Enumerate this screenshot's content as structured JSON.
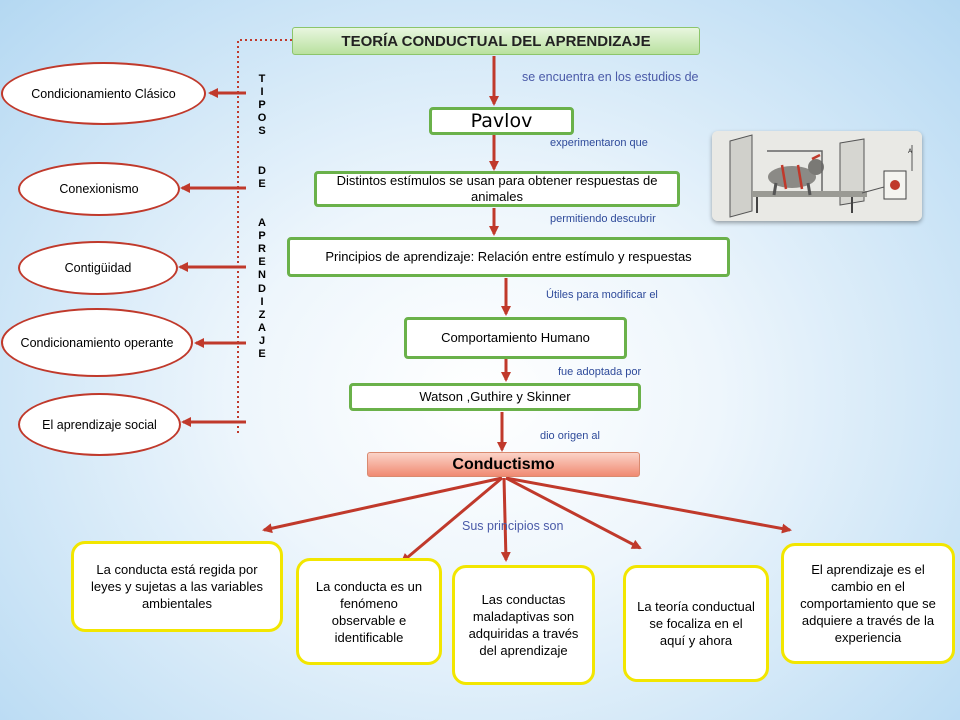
{
  "title": "TEORÍA CONDUCTUAL DEL APRENDIZAJE",
  "vertical_label": "TIPOS  DE  APRENDIZAJE",
  "tipos": [
    "Condicionamiento Clásico",
    "Conexionismo",
    "Contigüidad",
    "Condicionamiento operante",
    "El aprendizaje social"
  ],
  "chain": {
    "c1": "se encuentra en los estudios de",
    "pavlov": "Pavlov",
    "c2": "experimentaron  que",
    "estimulos": "Distintos estímulos se usan para obtener respuestas de animales",
    "c3": "permitiendo  descubrir",
    "principios": "Principios de aprendizaje: Relación entre estímulo y respuestas",
    "c4": "Útiles para modificar el",
    "comportamiento": "Comportamiento Humano",
    "c5": "fue  adoptada  por",
    "autores": "Watson ,Guthire y Skinner",
    "c6": "dio origen  al",
    "conductismo": "Conductismo",
    "c7": "Sus principios son"
  },
  "principios": [
    "La conducta está regida por leyes y sujetas a las variables ambientales",
    "La conducta es un fenómeno observable e identificable",
    "Las conductas maladaptivas son adquiridas a través del aprendizaje",
    "La teoría conductual se focaliza en el aquí y ahora",
    "El aprendizaje es el cambio en el comportamiento que se adquiere  a través de  la experiencia"
  ],
  "colors": {
    "arrow": "#c0392b",
    "green_border": "#6ab14a",
    "yellow_border": "#f2e600",
    "connector_text": "#2e4a9a"
  },
  "icons": {
    "photo": "pavlov-experiment-photo"
  }
}
